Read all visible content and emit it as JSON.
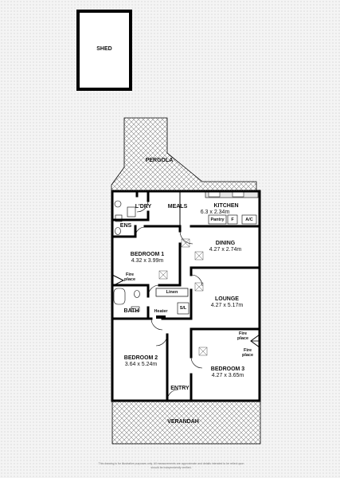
{
  "rooms": {
    "shed": {
      "name": "SHED"
    },
    "pergola": {
      "name": "PERGOLA"
    },
    "laundry": {
      "name": "L'DRY"
    },
    "meals": {
      "name": "MEALS"
    },
    "kitchen": {
      "name": "KITCHEN",
      "dimensions": "6.3 x 2.34m"
    },
    "pantry": {
      "name": "Pantry"
    },
    "fridge": {
      "name": "F"
    },
    "ac": {
      "name": "A/C"
    },
    "ensuite": {
      "name": "ENS"
    },
    "bedroom1": {
      "name": "BEDROOM 1",
      "dimensions": "4.32 x 3.99m"
    },
    "dining": {
      "name": "DINING",
      "dimensions": "4.27 x 2.74m"
    },
    "linen": {
      "name": "Linen"
    },
    "lounge": {
      "name": "LOUNGE",
      "dimensions": "4.27 x 5.17m"
    },
    "bath": {
      "name": "BATH"
    },
    "heater": {
      "name": "Heater"
    },
    "sl": {
      "name": "S/L"
    },
    "bedroom2": {
      "name": "BEDROOM 2",
      "dimensions": "3.64 x 5.24m"
    },
    "bedroom3": {
      "name": "BEDROOM 3",
      "dimensions": "4.27 x 3.65m"
    },
    "entry": {
      "name": "ENTRY"
    },
    "verandah": {
      "name": "VERANDAH"
    }
  },
  "fireplaces": {
    "bedroom1": "Fire place",
    "lounge": "Fire place",
    "bedroom3": "Fire place"
  },
  "disclaimer": "This drawing is for illustrative purposes only. All measurements are approximate and details intended to be relied upon should be independently verified."
}
